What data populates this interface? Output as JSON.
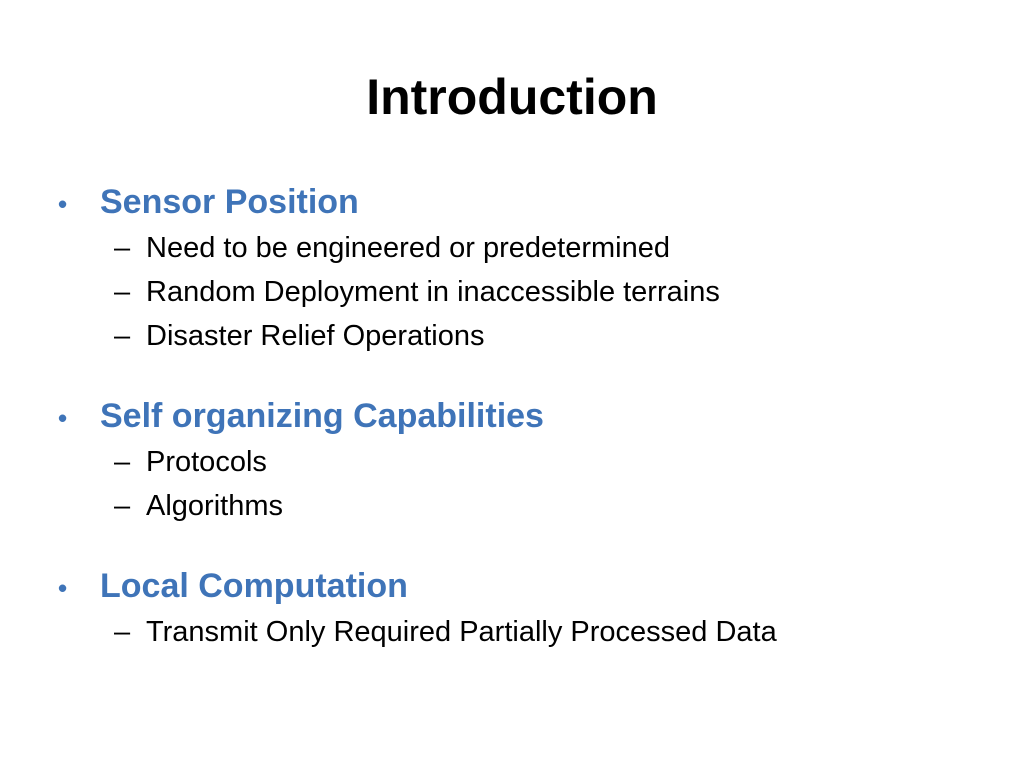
{
  "slide": {
    "title": "Introduction",
    "accent_color": "#3f74b8",
    "bullet_symbol": "•",
    "dash_symbol": "–",
    "sections": [
      {
        "heading": "Sensor Position",
        "items": [
          "Need to be engineered or predetermined",
          "Random Deployment in inaccessible terrains",
          "Disaster Relief Operations"
        ]
      },
      {
        "heading": "Self organizing Capabilities",
        "items": [
          "Protocols",
          "Algorithms"
        ]
      },
      {
        "heading": "Local Computation",
        "items": [
          "Transmit Only Required Partially Processed Data"
        ]
      }
    ]
  }
}
